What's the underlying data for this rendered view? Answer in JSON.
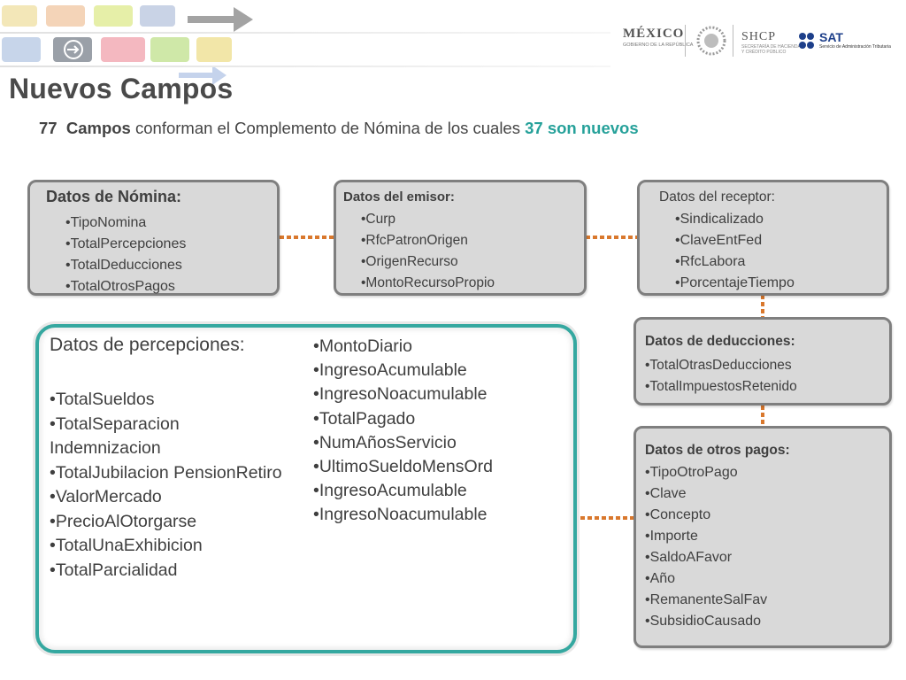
{
  "header": {
    "title": "Nuevos Campos",
    "subtitle": {
      "count_total": "77",
      "campos_word": "Campos",
      "middle_text": "conforman el Complemento de Nómina de los cuales",
      "new_count_text": "37 son nuevos"
    }
  },
  "logos": {
    "mexico": "MÉXICO",
    "mexico_sub": "GOBIERNO DE LA REPÚBLICA",
    "shcp": "SHCP",
    "shcp_sub": "SECRETARÍA DE HACIENDA Y CRÉDITO PÚBLICO",
    "sat": "SAT",
    "sat_sub": "Servicio de Administración Tributaria"
  },
  "boxes": {
    "nomina": {
      "title": "Datos de Nómina:",
      "items": [
        "•TipoNomina",
        "•TotalPercepciones",
        "•TotalDeducciones",
        "•TotalOtrosPagos"
      ]
    },
    "emisor": {
      "title": "Datos del emisor:",
      "items": [
        "•Curp",
        "•RfcPatronOrigen",
        "•OrigenRecurso",
        "•MontoRecursoPropio"
      ]
    },
    "receptor": {
      "title": "Datos del receptor:",
      "items": [
        "•Sindicalizado",
        "•ClaveEntFed",
        "•RfcLabora",
        "•PorcentajeTiempo"
      ]
    },
    "deducciones": {
      "title": "Datos de deducciones:",
      "items": [
        "•TotalOtrasDeducciones",
        "•TotalImpuestosRetenido"
      ]
    },
    "otros_pagos": {
      "title": "Datos de otros pagos:",
      "items": [
        "•TipoOtroPago",
        "•Clave",
        "•Concepto",
        "•Importe",
        "•SaldoAFavor",
        "•Año",
        "•RemanenteSalFav",
        "•SubsidioCausado"
      ]
    },
    "percepciones": {
      "title": "Datos de percepciones:",
      "left_items": [
        "•TotalSueldos",
        "•TotalSeparacion",
        "Indemnizacion",
        "•TotalJubilacion PensionRetiro",
        "•ValorMercado",
        "•PrecioAlOtorgarse",
        "•TotalUnaExhibicion",
        "•TotalParcialidad"
      ],
      "right_items": [
        "•MontoDiario",
        "•IngresoAcumulable",
        "•IngresoNoacumulable",
        "•TotalPagado",
        "•NumAñosServicio",
        "•UltimoSueldoMensOrd",
        "•IngresoAcumulable",
        "•IngresoNoacumulable"
      ]
    }
  },
  "colors": {
    "accent_teal": "#26a19a",
    "connector_orange": "#d9782d",
    "box_fill": "#d9d9d9",
    "box_border": "#7f7f7f"
  }
}
